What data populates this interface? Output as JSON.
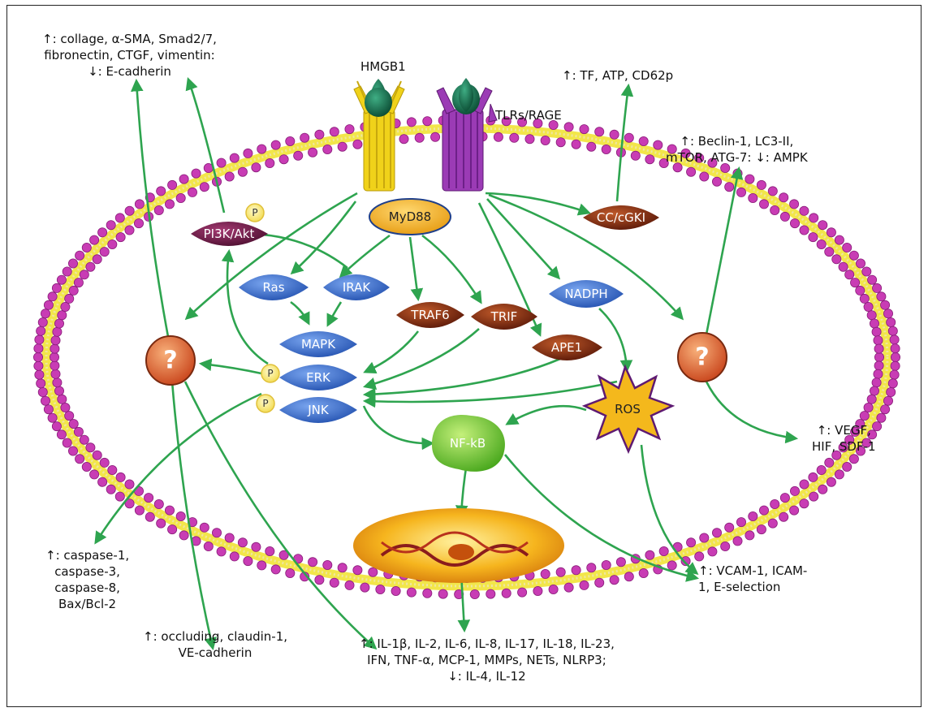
{
  "ligand": "HMGB1",
  "receptors": "TLRs/RAGE",
  "nodes": {
    "myd88": "MyD88",
    "pi3k": "PI3K/Akt",
    "ras": "Ras",
    "irak": "IRAK",
    "mapk": "MAPK",
    "erk": "ERK",
    "jnk": "JNK",
    "traf6": "TRAF6",
    "trif": "TRIF",
    "ape1": "APE1",
    "nadph": "NADPH",
    "ccgki": "CC/cGKI",
    "ros": "ROS",
    "nfkb": "NF-kB",
    "phospho": "P",
    "unknown": "?"
  },
  "outputs": {
    "fibrosis": "↑: collage, α-SMA, Smad2/7,\nfibronectin, CTGF, vimentin:\n↓: E-cadherin",
    "coagulation": "↑: TF, ATP, CD62p",
    "autophagy": "↑: Beclin-1, LC3-II,\nmTOR, ATG-7: ↓: AMPK",
    "angiogenesis": "↑: VEGF,\nHIF, SDF-1",
    "adhesion": "↑: VCAM-1, ICAM-\n1, E-selection",
    "apoptosis": "↑: caspase-1,\ncaspase-3,\ncaspase-8,\nBax/Bcl-2",
    "junctions": "↑: occluding, claudin-1,\nVE-cadherin",
    "cytokines": "↑: IL-1β, IL-2, IL-6, IL-8, IL-17, IL-18, IL-23,\nIFN, TNF-α, MCP-1, MMPs, NETs, NLRP3;\n↓: IL-4, IL-12"
  },
  "colors": {
    "membrane_head": "#c83cb4",
    "membrane_tail": "#f2e64a",
    "arrow": "#2ea44f",
    "blue_node": "#3d6fd0",
    "brown_node": "#8a2d12",
    "myd88": "#f5b828",
    "nfkb": "#7fd13a",
    "ros": "#f4b81c",
    "receptor_yellow": "#f0d21a",
    "receptor_purple": "#9b3bb5",
    "ligand": "#0f6a4a"
  }
}
